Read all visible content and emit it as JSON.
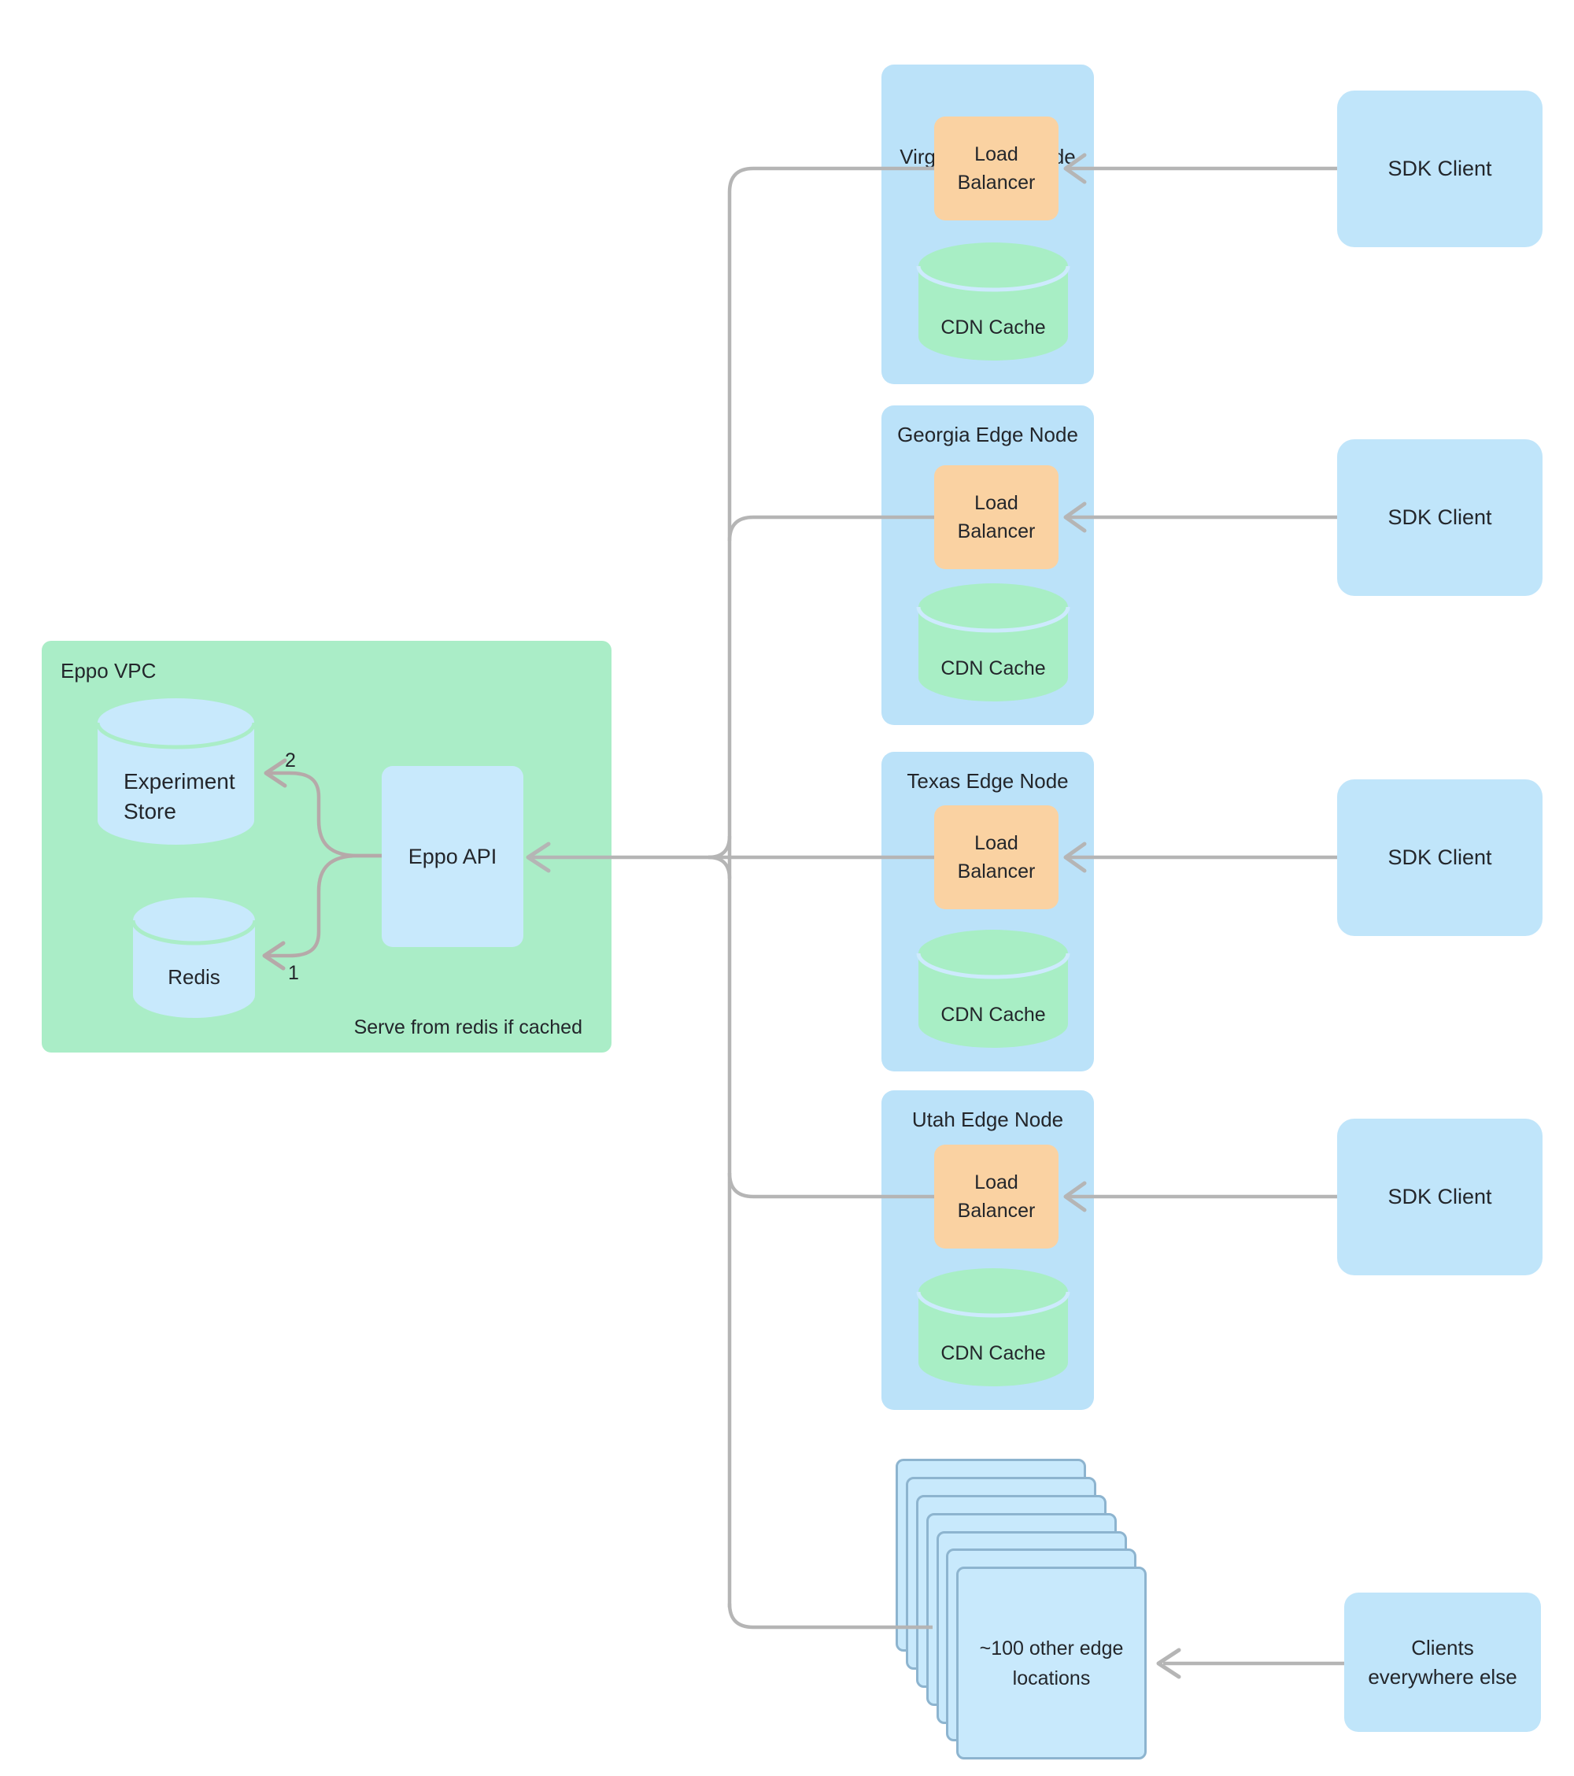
{
  "colors": {
    "vpc-green": "#aaedc7",
    "cdn-green": "#a8eec5",
    "container-blue": "#bbe2f9",
    "item-blue": "#c8e9fc",
    "sdk-blue": "#c0e5fa",
    "lb-orange": "#fad2a2",
    "stack-border": "#8db4cf",
    "arrow": "#b5b5b5",
    "arrow-warm": "#b6a9a9",
    "text": "#23262b"
  },
  "vpc": {
    "label": "Eppo VPC",
    "note": "Serve from redis if cached",
    "experiment_store_lines": [
      "Experiment",
      "Store"
    ],
    "redis_label": "Redis",
    "api_label": "Eppo API",
    "step_to_store": "2",
    "step_to_redis": "1"
  },
  "edge_nodes": [
    {
      "title": "Virginia Edge Node",
      "lb_lines": [
        "Load",
        "Balancer"
      ],
      "cache_label": "CDN Cache"
    },
    {
      "title": "Georgia Edge Node",
      "lb_lines": [
        "Load",
        "Balancer"
      ],
      "cache_label": "CDN Cache"
    },
    {
      "title": "Texas Edge Node",
      "lb_lines": [
        "Load",
        "Balancer"
      ],
      "cache_label": "CDN Cache"
    },
    {
      "title": "Utah Edge Node",
      "lb_lines": [
        "Load",
        "Balancer"
      ],
      "cache_label": "CDN Cache"
    }
  ],
  "sdk_clients": [
    {
      "label": "SDK Client"
    },
    {
      "label": "SDK Client"
    },
    {
      "label": "SDK Client"
    },
    {
      "label": "SDK Client"
    }
  ],
  "other_edge_locations": {
    "lines": [
      "~100 other edge",
      "locations"
    ]
  },
  "clients_everywhere": {
    "lines": [
      "Clients",
      "everywhere else"
    ]
  }
}
